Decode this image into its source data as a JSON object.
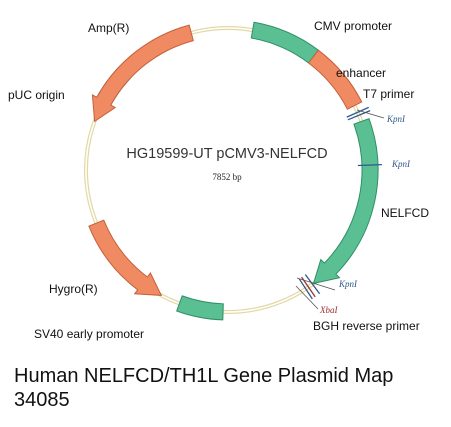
{
  "plasmid": {
    "name": "HG19599-UT pCMV3-NELFCD",
    "size": "7852 bp"
  },
  "colors": {
    "backbone": "#e3d9a6",
    "feature_green": "#5bbf94",
    "feature_green_border": "#2f8f65",
    "feature_orange": "#f08a62",
    "feature_orange_border": "#c4603b",
    "site_blue": "#2f5a8a",
    "site_red": "#a0302a"
  },
  "features": {
    "amp": "Amp(R)",
    "cmv": "CMV promoter",
    "enhancer": "enhancer",
    "t7": "T7 primer",
    "puc": "pUC origin",
    "nelfcd": "NELFCD",
    "hygro": "Hygro(R)",
    "sv40": "SV40 early promoter",
    "bgh": "BGH reverse primer"
  },
  "sites": {
    "kpn1_a": "KpnI",
    "kpn1_b": "KpnI",
    "kpn1_c": "KpnI",
    "xba1": "XbaI"
  },
  "caption": "Human NELFCD/TH1L Gene Plasmid Map\n34085"
}
